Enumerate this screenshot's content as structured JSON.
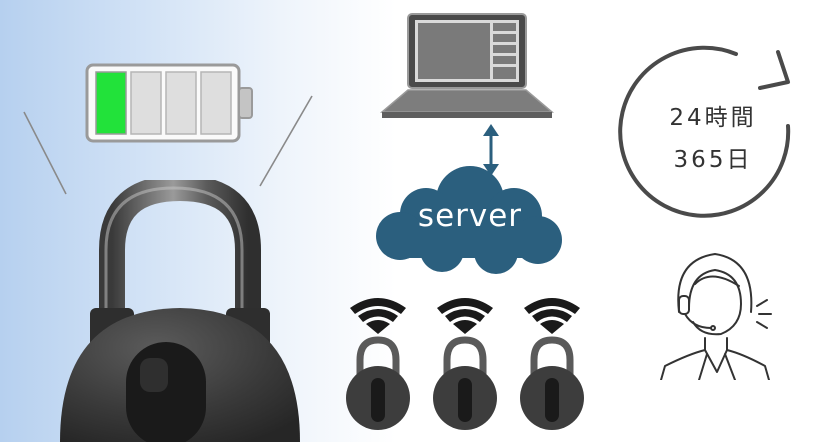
{
  "server": {
    "label": "server"
  },
  "support": {
    "line1": "24時間",
    "line2": "365日"
  },
  "battery": {
    "level": 0.25,
    "segments": 4,
    "filled": 1
  },
  "colors": {
    "battery_fill": "#22e23a",
    "cloud": "#2b5f7e",
    "arrow": "#2b5f7e",
    "laptop_body": "#7d7d7d",
    "lock_body": "#3a3a3a",
    "line_art": "#333333"
  },
  "icons": [
    "battery-icon",
    "padlock-icon",
    "laptop-icon",
    "cloud-icon",
    "sync-arrow-icon",
    "wifi-icon",
    "cycle-arrow-icon",
    "support-agent-icon"
  ]
}
